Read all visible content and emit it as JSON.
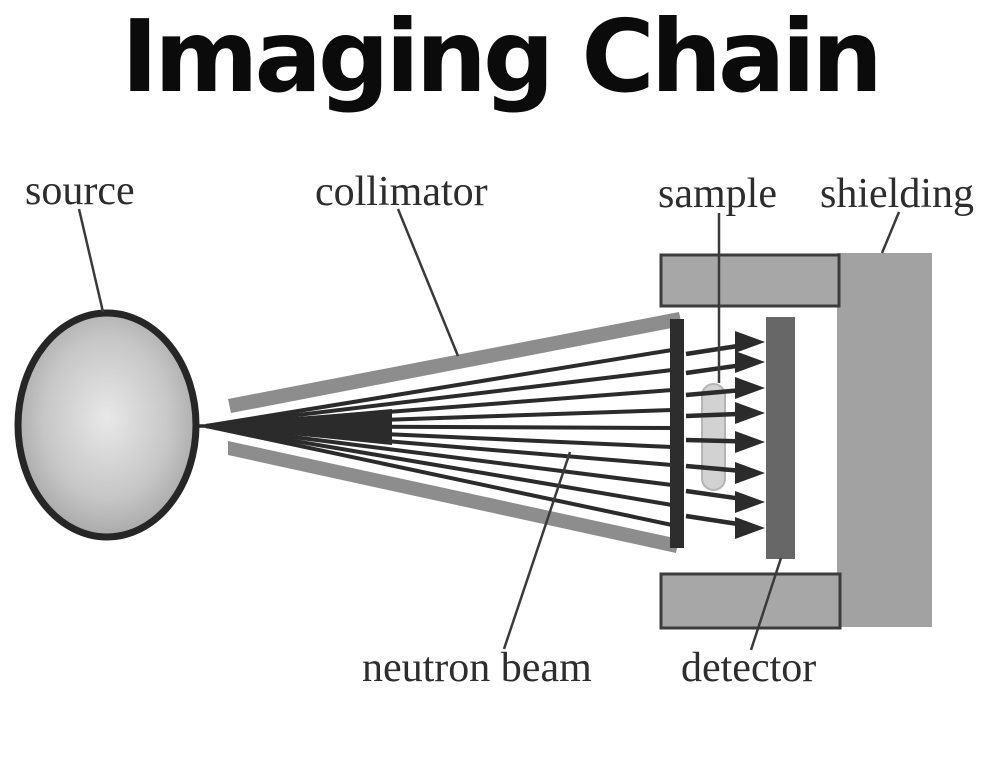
{
  "title": "Imaging Chain",
  "labels": {
    "source": "source",
    "collimator": "collimator",
    "sample": "sample",
    "shielding": "shielding",
    "neutron_beam": "neutron beam",
    "detector": "detector"
  },
  "diagram": {
    "type": "schematic-diagram",
    "subject": "neutron radiography imaging chain",
    "components": [
      "source",
      "collimator",
      "neutron beam",
      "sample",
      "detector",
      "shielding"
    ],
    "beam_lines_in_collimator": 10,
    "beam_arrows_at_detector": 8
  },
  "colors": {
    "background": "#ffffff",
    "collimator_gray": "#8d8d8d",
    "housing_gray": "#a7a7a7",
    "housing_outline": "#3c3c3c",
    "shielding_gray": "#a2a2a2",
    "detector_gray": "#676767",
    "exit_slit_dark": "#2d2d2d",
    "beam_dark": "#2b2b2b",
    "sample_light": "#d2d2d2",
    "source_rim": "#262626",
    "leader_line": "#3a3a3a",
    "label_color": "#2d2d2d"
  }
}
